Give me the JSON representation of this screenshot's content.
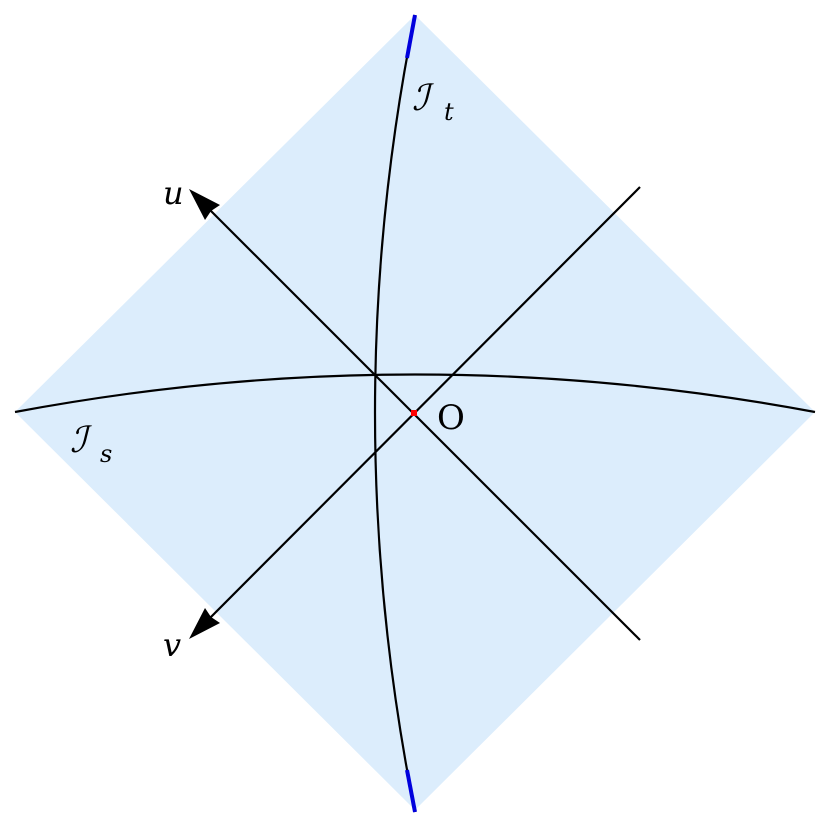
{
  "labels": {
    "u_axis": "u",
    "v_axis": "v",
    "origin": "O",
    "i_t_main": "ℐ",
    "i_t_sub": "t",
    "i_s_main": "ℐ",
    "i_s_sub": "s"
  },
  "colors": {
    "diamond_fill": "#dcedfc",
    "line": "#000000",
    "highlight": "#0000dd",
    "origin_point": "#ff0000"
  }
}
